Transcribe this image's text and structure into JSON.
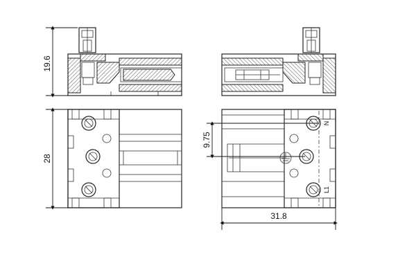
{
  "dimensions": {
    "height_side": "19.6",
    "height_front": "28",
    "pitch": "9.75",
    "width": "31.8"
  },
  "terminal_marks": {
    "top": "N",
    "bottom": "L1"
  }
}
